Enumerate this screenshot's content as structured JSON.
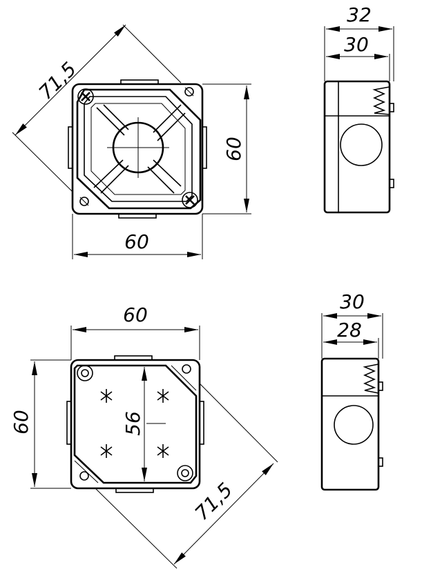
{
  "drawing": {
    "top_front": {
      "diag_label": "71,5",
      "height_label": "60",
      "width_label": "60"
    },
    "top_side": {
      "outer_label": "32",
      "inner_label": "30"
    },
    "bottom_front": {
      "width_label": "60",
      "height_label": "60",
      "inner_label": "56",
      "diag_label": "71,5"
    },
    "bottom_side": {
      "outer_label": "30",
      "inner_label": "28"
    }
  }
}
